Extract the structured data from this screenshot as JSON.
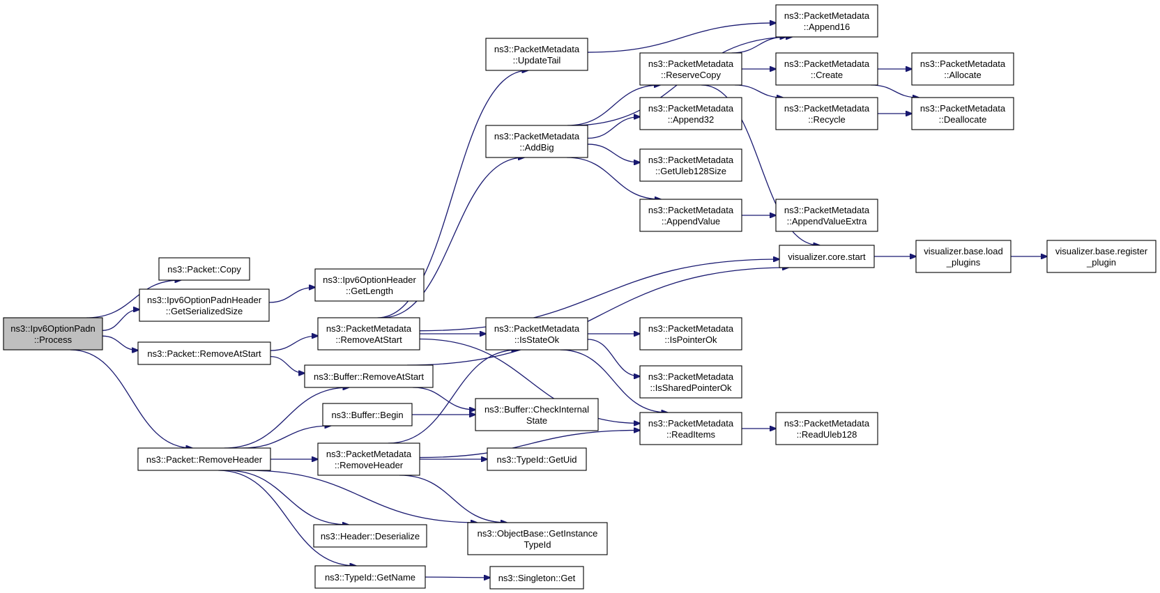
{
  "graph": {
    "root": "process",
    "nodes": [
      {
        "id": "process",
        "lines": [
          "ns3::Ipv6OptionPadn",
          "::Process"
        ],
        "root": true
      },
      {
        "id": "packet_copy",
        "lines": [
          "ns3::Packet::Copy"
        ]
      },
      {
        "id": "padn_getserializedsize",
        "lines": [
          "ns3::Ipv6OptionPadnHeader",
          "::GetSerializedSize"
        ]
      },
      {
        "id": "optionheader_getlength",
        "lines": [
          "ns3::Ipv6OptionHeader",
          "::GetLength"
        ]
      },
      {
        "id": "packet_removeatstart",
        "lines": [
          "ns3::Packet::RemoveAtStart"
        ]
      },
      {
        "id": "packet_removeheader",
        "lines": [
          "ns3::Packet::RemoveHeader"
        ]
      },
      {
        "id": "pm_removeatstart",
        "lines": [
          "ns3::PacketMetadata",
          "::RemoveAtStart"
        ]
      },
      {
        "id": "buffer_removeatstart",
        "lines": [
          "ns3::Buffer::RemoveAtStart"
        ]
      },
      {
        "id": "buffer_begin",
        "lines": [
          "ns3::Buffer::Begin"
        ]
      },
      {
        "id": "pm_removeheader",
        "lines": [
          "ns3::PacketMetadata",
          "::RemoveHeader"
        ]
      },
      {
        "id": "header_deserialize",
        "lines": [
          "ns3::Header::Deserialize"
        ]
      },
      {
        "id": "typeid_getname",
        "lines": [
          "ns3::TypeId::GetName"
        ]
      },
      {
        "id": "pm_updatetail",
        "lines": [
          "ns3::PacketMetadata",
          "::UpdateTail"
        ]
      },
      {
        "id": "pm_addbig",
        "lines": [
          "ns3::PacketMetadata",
          "::AddBig"
        ]
      },
      {
        "id": "pm_isstateok",
        "lines": [
          "ns3::PacketMetadata",
          "::IsStateOk"
        ]
      },
      {
        "id": "buffer_checkinternalstate",
        "lines": [
          "ns3::Buffer::CheckInternal",
          "State"
        ]
      },
      {
        "id": "typeid_getuid",
        "lines": [
          "ns3::TypeId::GetUid"
        ]
      },
      {
        "id": "objectbase_getinstancetypeid",
        "lines": [
          "ns3::ObjectBase::GetInstance",
          "TypeId"
        ]
      },
      {
        "id": "singleton_get",
        "lines": [
          "ns3::Singleton::Get"
        ]
      },
      {
        "id": "pm_reservecopy",
        "lines": [
          "ns3::PacketMetadata",
          "::ReserveCopy"
        ]
      },
      {
        "id": "pm_append32",
        "lines": [
          "ns3::PacketMetadata",
          "::Append32"
        ]
      },
      {
        "id": "pm_getuleb128size",
        "lines": [
          "ns3::PacketMetadata",
          "::GetUleb128Size"
        ]
      },
      {
        "id": "pm_appendvalue",
        "lines": [
          "ns3::PacketMetadata",
          "::AppendValue"
        ]
      },
      {
        "id": "pm_ispointerok",
        "lines": [
          "ns3::PacketMetadata",
          "::IsPointerOk"
        ]
      },
      {
        "id": "pm_issharedpointerok",
        "lines": [
          "ns3::PacketMetadata",
          "::IsSharedPointerOk"
        ]
      },
      {
        "id": "pm_readitems",
        "lines": [
          "ns3::PacketMetadata",
          "::ReadItems"
        ]
      },
      {
        "id": "pm_append16",
        "lines": [
          "ns3::PacketMetadata",
          "::Append16"
        ]
      },
      {
        "id": "pm_create",
        "lines": [
          "ns3::PacketMetadata",
          "::Create"
        ]
      },
      {
        "id": "pm_recycle",
        "lines": [
          "ns3::PacketMetadata",
          "::Recycle"
        ]
      },
      {
        "id": "pm_appendvalueextra",
        "lines": [
          "ns3::PacketMetadata",
          "::AppendValueExtra"
        ]
      },
      {
        "id": "visualizer_core_start",
        "lines": [
          "visualizer.core.start"
        ]
      },
      {
        "id": "pm_readuleb128",
        "lines": [
          "ns3::PacketMetadata",
          "::ReadUleb128"
        ]
      },
      {
        "id": "pm_allocate",
        "lines": [
          "ns3::PacketMetadata",
          "::Allocate"
        ]
      },
      {
        "id": "pm_deallocate",
        "lines": [
          "ns3::PacketMetadata",
          "::Deallocate"
        ]
      },
      {
        "id": "visualizer_base_load_plugins",
        "lines": [
          "visualizer.base.load",
          "_plugins"
        ]
      },
      {
        "id": "visualizer_base_register_plugin",
        "lines": [
          "visualizer.base.register",
          "_plugin"
        ]
      }
    ],
    "edges": [
      {
        "from": "process",
        "to": "packet_copy"
      },
      {
        "from": "process",
        "to": "padn_getserializedsize"
      },
      {
        "from": "process",
        "to": "packet_removeatstart"
      },
      {
        "from": "process",
        "to": "packet_removeheader"
      },
      {
        "from": "padn_getserializedsize",
        "to": "optionheader_getlength"
      },
      {
        "from": "packet_removeatstart",
        "to": "pm_removeatstart"
      },
      {
        "from": "packet_removeatstart",
        "to": "buffer_removeatstart"
      },
      {
        "from": "packet_removeheader",
        "to": "buffer_removeatstart"
      },
      {
        "from": "packet_removeheader",
        "to": "buffer_begin"
      },
      {
        "from": "packet_removeheader",
        "to": "pm_removeheader"
      },
      {
        "from": "packet_removeheader",
        "to": "header_deserialize"
      },
      {
        "from": "packet_removeheader",
        "to": "typeid_getname"
      },
      {
        "from": "packet_removeheader",
        "to": "objectbase_getinstancetypeid"
      },
      {
        "from": "pm_removeatstart",
        "to": "pm_updatetail"
      },
      {
        "from": "pm_removeatstart",
        "to": "pm_addbig"
      },
      {
        "from": "pm_removeatstart",
        "to": "pm_isstateok"
      },
      {
        "from": "pm_removeatstart",
        "to": "visualizer_core_start"
      },
      {
        "from": "pm_removeatstart",
        "to": "pm_readitems"
      },
      {
        "from": "buffer_removeatstart",
        "to": "buffer_checkinternalstate"
      },
      {
        "from": "buffer_removeatstart",
        "to": "visualizer_core_start"
      },
      {
        "from": "buffer_begin",
        "to": "buffer_checkinternalstate"
      },
      {
        "from": "pm_removeheader",
        "to": "pm_isstateok"
      },
      {
        "from": "pm_removeheader",
        "to": "typeid_getuid"
      },
      {
        "from": "pm_removeheader",
        "to": "pm_readitems"
      },
      {
        "from": "pm_removeheader",
        "to": "objectbase_getinstancetypeid"
      },
      {
        "from": "typeid_getname",
        "to": "singleton_get"
      },
      {
        "from": "pm_updatetail",
        "to": "pm_append16"
      },
      {
        "from": "pm_addbig",
        "to": "pm_append16"
      },
      {
        "from": "pm_addbig",
        "to": "pm_reservecopy"
      },
      {
        "from": "pm_addbig",
        "to": "pm_append32"
      },
      {
        "from": "pm_addbig",
        "to": "pm_getuleb128size"
      },
      {
        "from": "pm_addbig",
        "to": "pm_appendvalue"
      },
      {
        "from": "pm_reservecopy",
        "to": "pm_append16"
      },
      {
        "from": "pm_reservecopy",
        "to": "pm_create"
      },
      {
        "from": "pm_reservecopy",
        "to": "pm_recycle"
      },
      {
        "from": "pm_reservecopy",
        "to": "visualizer_core_start"
      },
      {
        "from": "pm_appendvalue",
        "to": "pm_appendvalueextra"
      },
      {
        "from": "pm_isstateok",
        "to": "pm_ispointerok"
      },
      {
        "from": "pm_isstateok",
        "to": "pm_issharedpointerok"
      },
      {
        "from": "pm_isstateok",
        "to": "pm_readitems"
      },
      {
        "from": "pm_readitems",
        "to": "pm_readuleb128"
      },
      {
        "from": "pm_create",
        "to": "pm_allocate"
      },
      {
        "from": "pm_create",
        "to": "pm_deallocate"
      },
      {
        "from": "pm_recycle",
        "to": "pm_deallocate"
      },
      {
        "from": "visualizer_core_start",
        "to": "visualizer_base_load_plugins"
      },
      {
        "from": "visualizer_base_load_plugins",
        "to": "visualizer_base_register_plugin"
      }
    ]
  }
}
